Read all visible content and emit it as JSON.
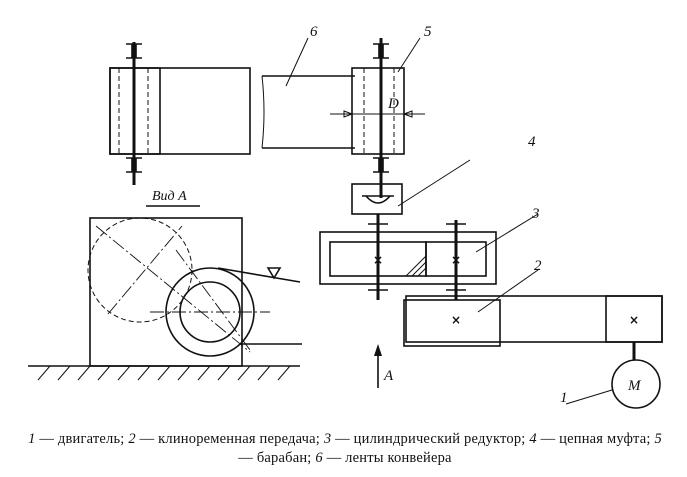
{
  "labels": {
    "motor": "1",
    "belt": "2",
    "reducer": "3",
    "coupling": "4",
    "drum": "5",
    "belt_conveyor": "6",
    "diameter": "D",
    "view_mark": "A",
    "view_title": "Вид А",
    "motor_symbol": "М",
    "shaft_mark": "×"
  },
  "caption": [
    {
      "num": "1",
      "text": " — двигатель; "
    },
    {
      "num": "2",
      "text": " — клиноременная передача; "
    },
    {
      "num": "3",
      "text": " — цилиндрический редуктор; "
    },
    {
      "num": "4",
      "text": " — цепная муфта; "
    },
    {
      "num": "5",
      "text": " — барабан; "
    },
    {
      "num": "6",
      "text": " — ленты конвейера"
    }
  ]
}
